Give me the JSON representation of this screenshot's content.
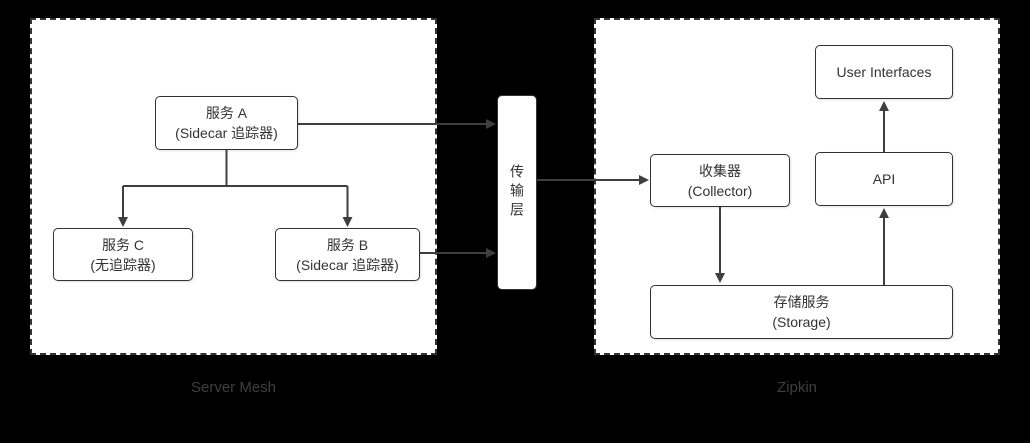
{
  "diagram": {
    "colors": {
      "canvas_bg": "#000000",
      "container_bg": "#ffffff",
      "border": "#333333",
      "connector": "#3f3f3f",
      "text": "#333333",
      "group_label": "#3f3f3f"
    },
    "groups": {
      "server_mesh": {
        "label": "Server Mesh"
      },
      "zipkin": {
        "label": "Zipkin"
      }
    },
    "nodes": {
      "service_a": {
        "title": "服务 A",
        "subtitle": "(Sidecar 追踪器)"
      },
      "service_c": {
        "title": "服务 C",
        "subtitle": "(无追踪器)"
      },
      "service_b": {
        "title": "服务 B",
        "subtitle": "(Sidecar 追踪器)"
      },
      "transport": {
        "title": "传输层"
      },
      "collector": {
        "title": "收集器",
        "subtitle": "(Collector)"
      },
      "user_interfaces": {
        "title": "User Interfaces"
      },
      "api": {
        "title": "API"
      },
      "storage": {
        "title": "存储服务",
        "subtitle": "(Storage)"
      }
    },
    "edges": [
      {
        "from": "service_a",
        "to": "service_c"
      },
      {
        "from": "service_a",
        "to": "service_b"
      },
      {
        "from": "service_a",
        "to": "transport"
      },
      {
        "from": "service_b",
        "to": "transport"
      },
      {
        "from": "transport",
        "to": "collector"
      },
      {
        "from": "collector",
        "to": "storage"
      },
      {
        "from": "storage",
        "to": "api"
      },
      {
        "from": "api",
        "to": "user_interfaces"
      }
    ]
  }
}
